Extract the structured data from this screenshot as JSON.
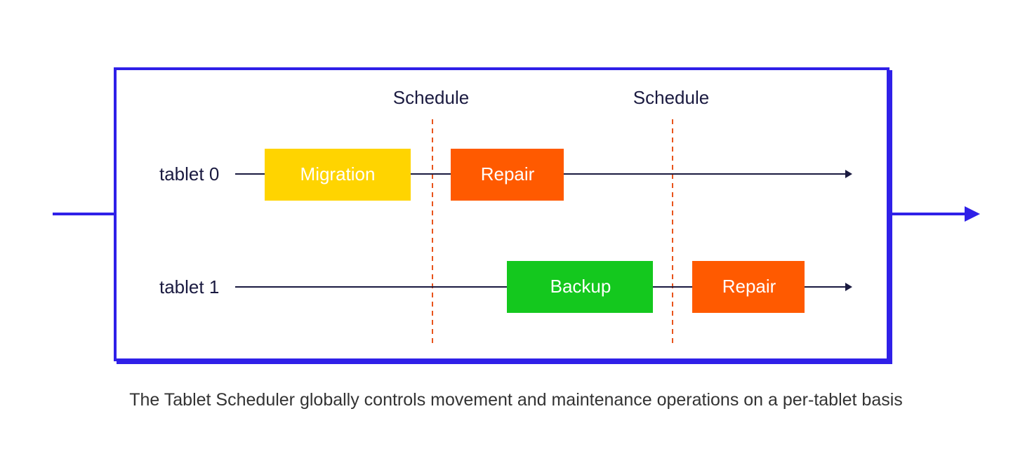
{
  "colors": {
    "frame": "#2f20e8",
    "timeline": "#1a1a40",
    "schedule_line": "#e8541c",
    "migration": "#ffd400",
    "repair": "#ff5a00",
    "backup": "#14c81e",
    "text_dark": "#1a1a40",
    "caption_text": "#333333"
  },
  "schedule_labels": [
    "Schedule",
    "Schedule"
  ],
  "rows": [
    {
      "label": "tablet 0",
      "operations": [
        {
          "label": "Migration",
          "color": "#ffd400"
        },
        {
          "label": "Repair",
          "color": "#ff5a00"
        }
      ]
    },
    {
      "label": "tablet 1",
      "operations": [
        {
          "label": "Backup",
          "color": "#14c81e"
        },
        {
          "label": "Repair",
          "color": "#ff5a00"
        }
      ]
    }
  ],
  "caption": "The Tablet Scheduler globally controls movement and maintenance operations on a per-tablet basis"
}
